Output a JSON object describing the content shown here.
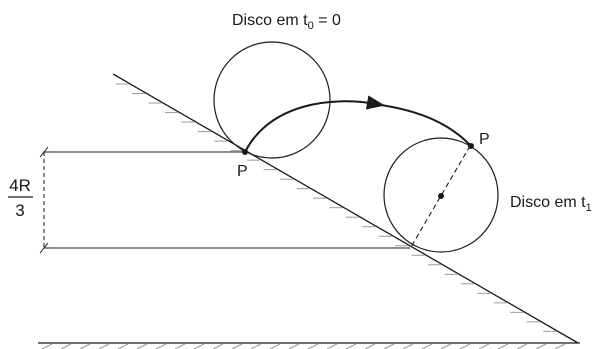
{
  "labels": {
    "disk_initial": "Disco em t",
    "disk_initial_sub": "0",
    "disk_initial_eq": " = 0",
    "disk_final": "Disco em t",
    "disk_final_sub": "1",
    "point_start": "P",
    "point_end": "P",
    "height_numerator": "4R",
    "height_denominator": "3"
  },
  "colors": {
    "ink": "#1a1a1a",
    "hatch": "#9a9a9a"
  }
}
